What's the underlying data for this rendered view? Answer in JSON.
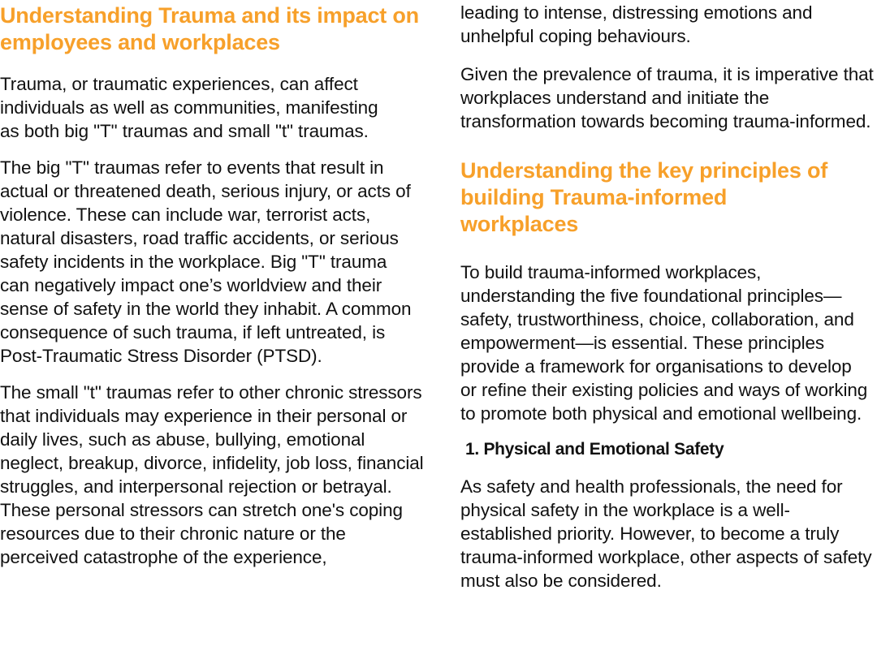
{
  "accent_color": "#F7A02A",
  "left_column": {
    "heading": "Understanding Trauma and its impact on employees and workplaces",
    "paragraphs": [
      "Trauma, or traumatic experiences, can affect individuals as well as communities, manifesting as both big \"T\" traumas and small \"t\" traumas.",
      "The big \"T\" traumas refer to events that result in actual or threatened death, serious injury, or acts of violence. These can include war, terrorist acts, natural disasters, road traffic accidents, or serious safety incidents in the workplace. Big \"T\" trauma can negatively impact one’s worldview and their sense of safety in the world they inhabit. A common consequence of such trauma, if left untreated, is Post-Traumatic Stress Disorder (PTSD).",
      "The small \"t\" traumas refer to other chronic stressors that individuals may experience in their personal or daily lives, such as abuse, bullying, emotional neglect, breakup, divorce, infidelity, job loss, financial struggles, and interpersonal rejection or betrayal. These personal stressors can stretch one's coping resources due to their chronic nature or the perceived catastrophe of the experience,"
    ]
  },
  "right_column": {
    "continuation": "leading to intense, distressing emotions and unhelpful coping behaviours.",
    "paragraph_prevalence": "Given the prevalence of trauma, it is imperative that workplaces understand and initiate the transformation towards becoming trauma-informed.",
    "heading": "Understanding the key principles of building Trauma-informed workplaces",
    "paragraph_principles": "To build trauma-informed workplaces, understanding the five foundational principles—safety, trustworthiness, choice, collaboration, and empowerment—is essential. These principles provide a framework for organisations to develop or refine their existing policies and ways of working to promote both physical and emotional wellbeing.",
    "subheading": "1. Physical and Emotional Safety",
    "paragraph_safety": "As safety and health professionals, the need for physical safety in the workplace is a well-established priority. However, to become a truly trauma-informed workplace, other aspects of safety must also be considered."
  }
}
